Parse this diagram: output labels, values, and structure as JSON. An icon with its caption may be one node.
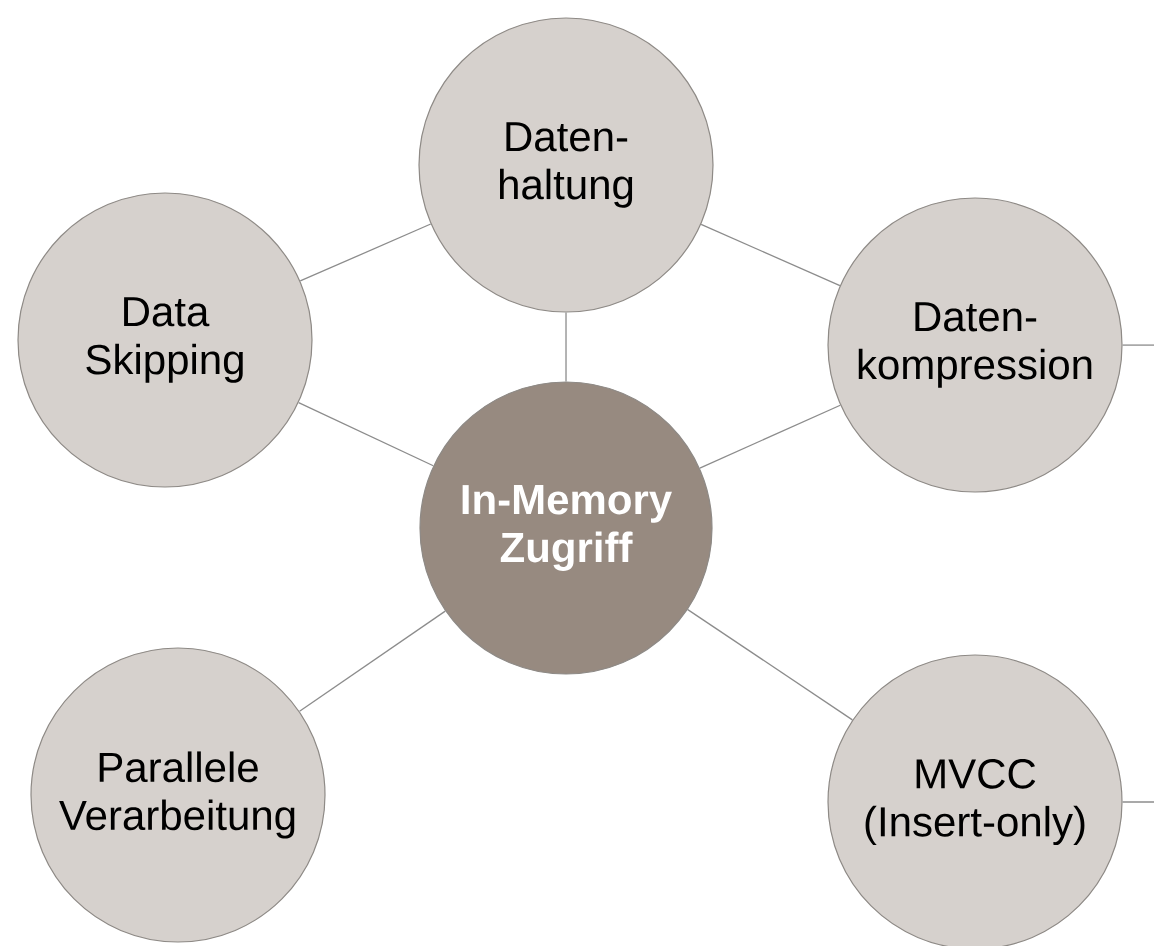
{
  "diagram": {
    "nodes": [
      {
        "text": [
          "Daten- haltung"
        ]
      },
      {
        "text": [
          "Data Skipping"
        ]
      },
      {
        "text": [
          "Daten- kompression"
        ]
      },
      {
        "text": [
          "In-Memory Zugriff"
        ]
      },
      {
        "text": [
          "Parallele Verarbeitung"
        ]
      },
      {
        "text": [
          "MVCC (Insert-only)"
        ]
      }
    ],
    "edges": [
      {
        "from": 0,
        "to": 1,
        "arrow": "none"
      },
      {
        "from": 0,
        "to": 2,
        "arrow": "none"
      },
      {
        "from": 0,
        "to": 3,
        "arrow": "none"
      },
      {
        "from": 1,
        "to": 3,
        "arrow": "none"
      },
      {
        "from": 2,
        "to": 3,
        "arrow": "none"
      },
      {
        "from": 3,
        "to": 4,
        "arrow": "none"
      },
      {
        "from": 3,
        "to": 5,
        "arrow": "none"
      },
      {
        "from": 2,
        "to": null,
        "arrow": "none"
      },
      {
        "from": 5,
        "to": null,
        "arrow": "none"
      }
    ]
  }
}
